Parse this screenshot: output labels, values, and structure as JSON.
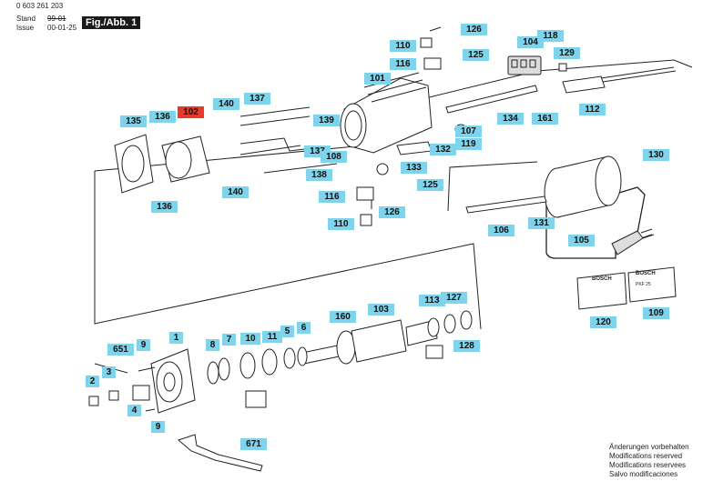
{
  "header": {
    "doc_number": "0 603 261 203",
    "stand_label": "Stand",
    "stand_value": "99-01",
    "issue_label": "Issue",
    "issue_value": "00-01-25",
    "figure": "Fig./Abb. 1"
  },
  "labels": [
    "126",
    "110",
    "125",
    "116",
    "104",
    "118",
    "129",
    "101",
    "112",
    "161",
    "134",
    "137",
    "140",
    "139",
    "135",
    "136",
    "102",
    "107",
    "119",
    "132",
    "137",
    "138",
    "108",
    "133",
    "140",
    "130",
    "125",
    "116",
    "126",
    "131",
    "106",
    "110",
    "105",
    "136",
    "120",
    "109",
    "113",
    "127",
    "160",
    "103",
    "128",
    "1",
    "651",
    "9",
    "8",
    "7",
    "10",
    "11",
    "5",
    "6",
    "2",
    "3",
    "4",
    "9",
    "671"
  ],
  "highlighted": "102",
  "plates": {
    "left": "BOSCH",
    "right": "BOSCH",
    "right_sub": "PKF 25"
  },
  "footer": {
    "line1": "Änderungen vorbehalten",
    "line2": "Modifications reserved",
    "line3": "Modifications reservees",
    "line4": "Salvo modificaciones"
  }
}
